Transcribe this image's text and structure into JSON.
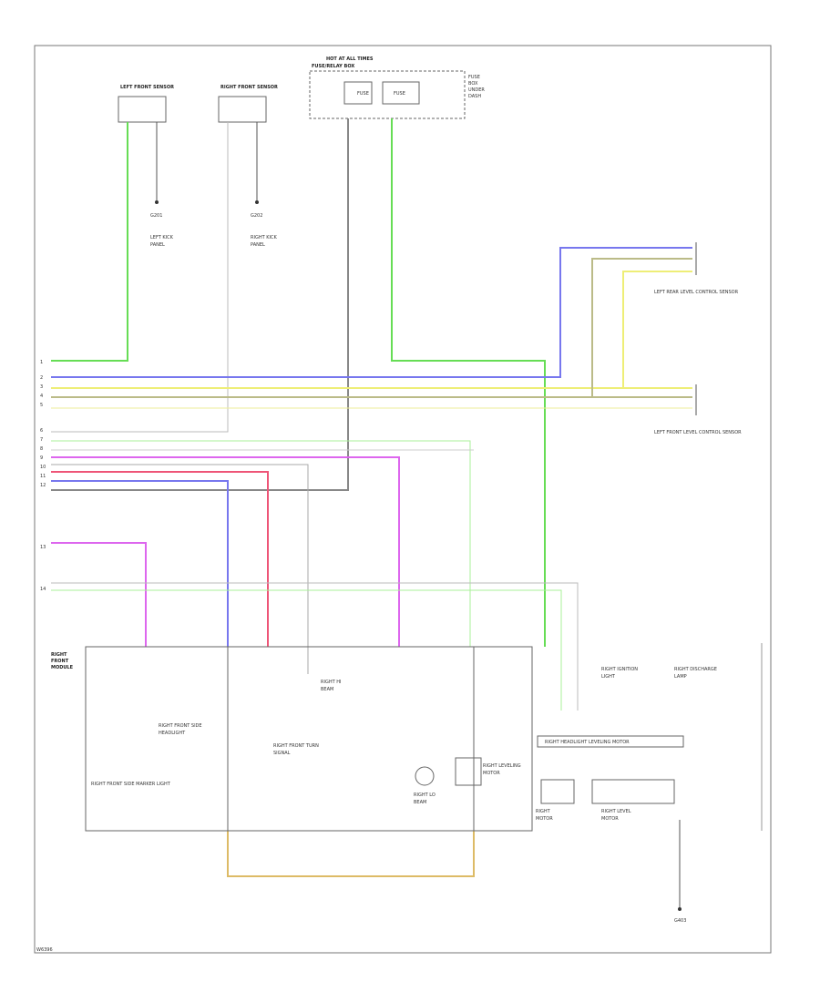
{
  "frame_label": "W6396",
  "top_unit": {
    "title_line1": "HOT AT ALL TIMES",
    "title_line2": "FUSE/RELAY BOX",
    "fuse_a": "FUSE",
    "fuse_b": "FUSE",
    "side_note_1": "FUSE",
    "side_note_2": "BOX",
    "side_note_3": "UNDER",
    "side_note_4": "DASH"
  },
  "sensors": [
    {
      "title": "LEFT FRONT SENSOR",
      "ground": "G201",
      "note_1": "LEFT KICK",
      "note_2": "PANEL",
      "note_3": "",
      "note_4": ""
    },
    {
      "title": "RIGHT FRONT SENSOR",
      "ground": "G202",
      "note_1": "RIGHT KICK",
      "note_2": "PANEL",
      "note_3": "",
      "note_4": ""
    }
  ],
  "right_connectors": [
    {
      "name": "LEFT REAR LEVEL CONTROL SENSOR",
      "pins": [
        "",
        "",
        ""
      ]
    },
    {
      "name": "LEFT FRONT LEVEL CONTROL SENSOR",
      "pins": [
        "",
        "",
        ""
      ]
    }
  ],
  "left_wire_labels": [
    "",
    "",
    "",
    "",
    "",
    "",
    "",
    "",
    "",
    "",
    "",
    "",
    "",
    "",
    "",
    ""
  ],
  "left_pin_numbers": [
    "1",
    "2",
    "3",
    "4",
    "5",
    "6",
    "7",
    "8",
    "9",
    "10",
    "11",
    "12",
    "13",
    "14"
  ],
  "module": {
    "title_1": "RIGHT",
    "title_2": "FRONT",
    "title_3": "MODULE",
    "block_1": "RIGHT FRONT SIDE",
    "block_1_sub": "HEADLIGHT",
    "block_2": "RIGHT FRONT TURN",
    "block_2_sub": "SIGNAL",
    "block_3": "RIGHT HI",
    "block_3_sub": "BEAM",
    "block_4": "RIGHT LO",
    "block_4_sub": "BEAM",
    "block_5": "RIGHT LEVELING",
    "block_5_sub": "MOTOR",
    "bottom_label": "RIGHT FRONT SIDE MARKER LIGHT"
  },
  "sub_components": {
    "actuator_title": "RIGHT HEADLIGHT LEVELING MOTOR",
    "comp_a": "RIGHT IGNITION",
    "comp_a_sub": "LIGHT",
    "comp_b": "RIGHT DISCHARGE",
    "comp_b_sub": "LAMP",
    "comp_c": "RIGHT",
    "comp_c_sub": "MOTOR",
    "comp_d": "RIGHT LEVEL",
    "comp_d_sub": "MOTOR"
  },
  "ground_bottom": {
    "ref": "G403",
    "note": ""
  },
  "colors": {
    "green": "#66dd55",
    "light_green": "#aaf099",
    "blue": "#7777ee",
    "yellow": "#eeee77",
    "tan": "#bbbb88",
    "gray": "#888888",
    "violet": "#dd66ee",
    "red": "#ee5577",
    "orange": "#ddbb66",
    "dark": "#555555"
  }
}
